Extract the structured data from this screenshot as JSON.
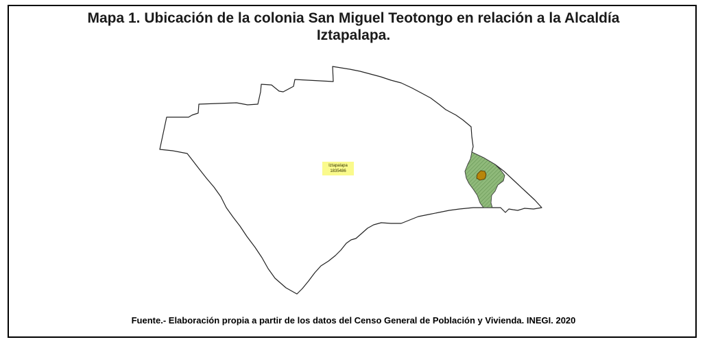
{
  "map": {
    "title_line1": "Mapa 1. Ubicación de la colonia San Miguel Teotongo en relación a la Alcaldía",
    "title_line2": "Iztapalapa.",
    "source_note": "Fuente.- Elaboración propia a partir de los datos del Censo General de Población y Vivienda. INEGI. 2020",
    "alcaldia_label": {
      "name": "Iztapalapa",
      "value": "1835486"
    },
    "colors": {
      "colonia_fill": "#8fb97a",
      "manzana_fill": "#b8860b",
      "label_background": "#fafa8c",
      "outline": "#222222"
    },
    "features": [
      "alcaldia-iztapalapa",
      "colonia-san-miguel-teotongo",
      "manzana-highlight"
    ]
  }
}
